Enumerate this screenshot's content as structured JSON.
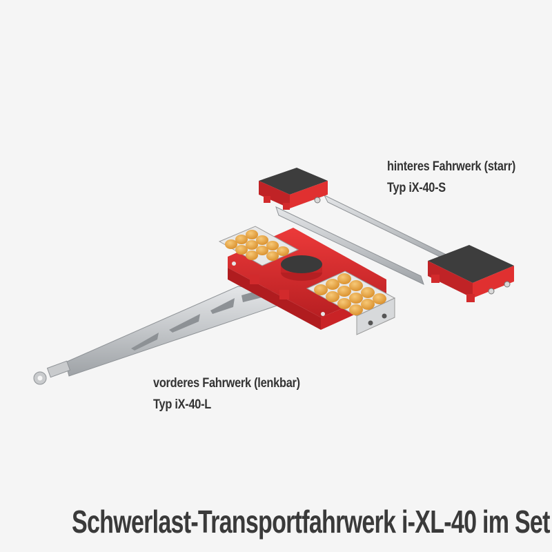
{
  "product_image": {
    "alt": "Heavy-duty transport dolly set i-XL-40",
    "colors": {
      "background": "#f5f5f5",
      "frame_red": "#d9272a",
      "frame_red_dark": "#a81c1e",
      "rubber_pad": "#3c3c3c",
      "roller_orange": "#e8a23a",
      "steel": "#c9cbcd",
      "text": "#333333"
    }
  },
  "labels": {
    "rear_unit": {
      "line1": "hinteres Fahrwerk (starr)",
      "line2": "Typ iX-40-S"
    },
    "front_unit": {
      "line1": "vorderes Fahrwerk (lenkbar)",
      "line2": "Typ iX-40-L"
    }
  },
  "title": "Schwerlast-Transportfahrwerk i-XL-40 im Set"
}
